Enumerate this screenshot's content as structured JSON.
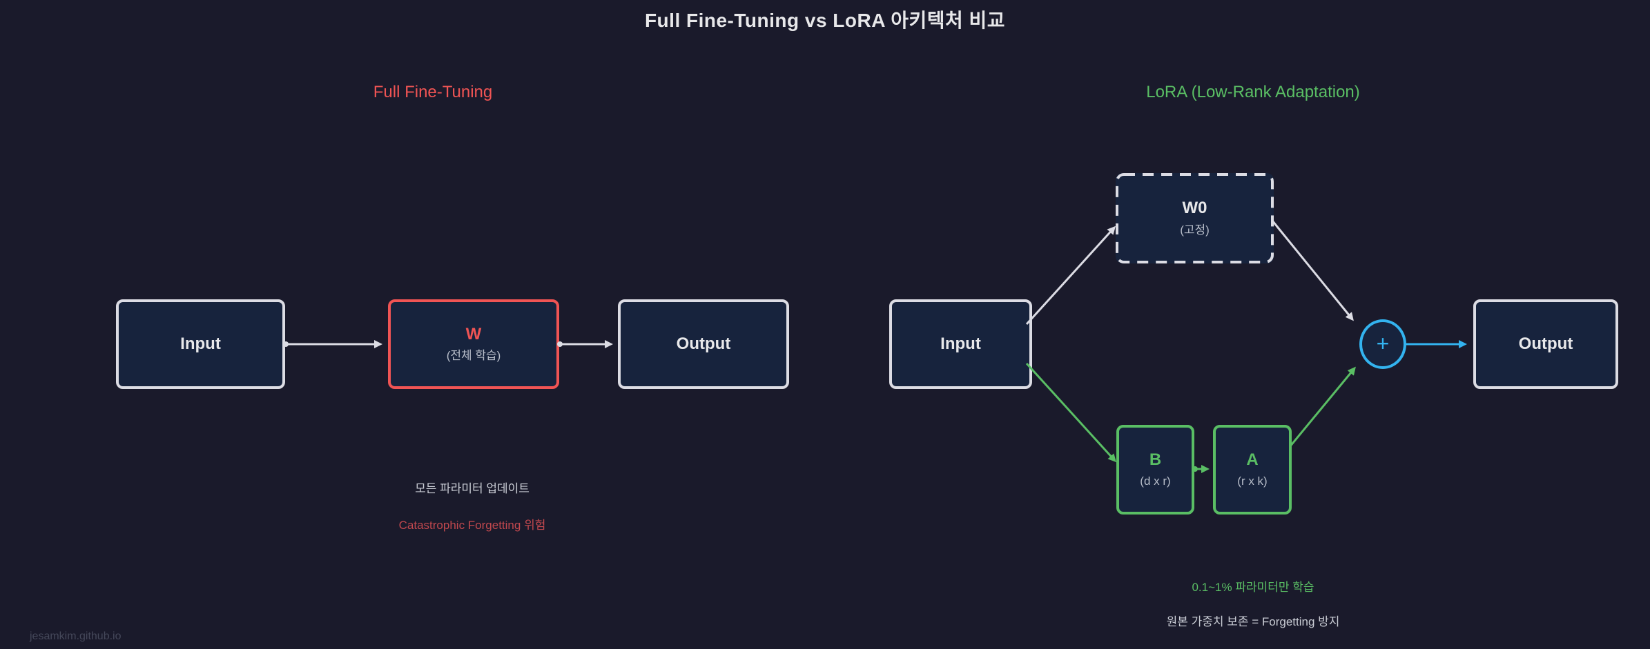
{
  "title": "Full Fine-Tuning vs LoRA 아키텍처 비교",
  "watermark": "jesamkim.github.io",
  "colors": {
    "bg": "#1a1a2b",
    "node-fill": "#17233d",
    "white": "#dcdce4",
    "red": "#f05454",
    "red-dim": "#c2484e",
    "green": "#5abe64",
    "cyan": "#33b3ef",
    "text-light": "#e8e8ea",
    "text-gray": "#c9ccd4",
    "subtext": "#b7bdc9",
    "watermark": "#45485a"
  },
  "left": {
    "header": "Full Fine-Tuning",
    "nodes": {
      "input": {
        "label": "Input"
      },
      "w": {
        "label": "W",
        "sublabel": "(전체 학습)"
      },
      "output": {
        "label": "Output"
      }
    },
    "captions": {
      "line1": "모든 파라미터 업데이트",
      "line2": "Catastrophic Forgetting 위험"
    }
  },
  "right": {
    "header": "LoRA (Low-Rank Adaptation)",
    "nodes": {
      "input": {
        "label": "Input"
      },
      "w0": {
        "label": "W0",
        "sublabel": "(고정)"
      },
      "b": {
        "label": "B",
        "sublabel": "(d x r)"
      },
      "a": {
        "label": "A",
        "sublabel": "(r x k)"
      },
      "plus": {
        "label": "+"
      },
      "output": {
        "label": "Output"
      }
    },
    "captions": {
      "line1": "0.1~1% 파라미터만 학습",
      "line2": "원본 가중치 보존 = Forgetting 방지"
    }
  }
}
